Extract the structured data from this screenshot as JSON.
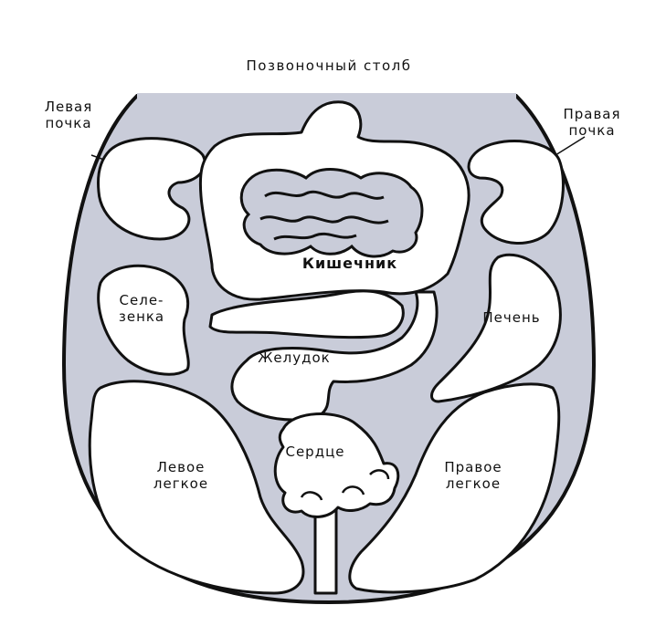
{
  "labels": {
    "spine": "Позвоночный столб",
    "left_kidney_1": "Левая",
    "left_kidney_2": "почка",
    "right_kidney_1": "Правая",
    "right_kidney_2": "почка",
    "intestines": "Кишечник",
    "spleen_1": "Селе-",
    "spleen_2": "зенка",
    "liver": "Печень",
    "stomach": "Желудок",
    "heart": "Сердце",
    "left_lung_1": "Левое",
    "left_lung_2": "легкое",
    "right_lung_1": "Правое",
    "right_lung_2": "легкое"
  },
  "colors": {
    "body_fill": "#c9ccd9",
    "organ_fill": "#ffffff",
    "outline": "#111111"
  }
}
